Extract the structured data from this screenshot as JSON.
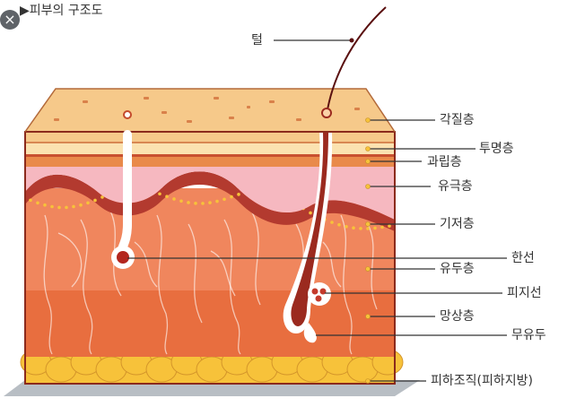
{
  "title": "피부의 구조도",
  "close_icon": "×",
  "colors": {
    "corneum": "#f6c98a",
    "lucidum": "#fbe2b0",
    "granulosum": "#e98a4a",
    "spinosum": "#f6b8c0",
    "basale": "#b33a2f",
    "papillary": "#f0865d",
    "reticular": "#e86e3f",
    "fat": "#f7c23a",
    "hair": "#6b1616"
  },
  "labels": {
    "hair": "털",
    "corneum": "각질층",
    "lucidum": "투명층",
    "granulosum": "과립층",
    "spinosum": "유극층",
    "basale": "기저층",
    "sweat_gland": "한선",
    "papillary": "유두층",
    "sebaceous": "피지선",
    "reticular": "망상층",
    "hair_bulb": "무유두",
    "subcutis": "피하조직(피하지방)"
  }
}
